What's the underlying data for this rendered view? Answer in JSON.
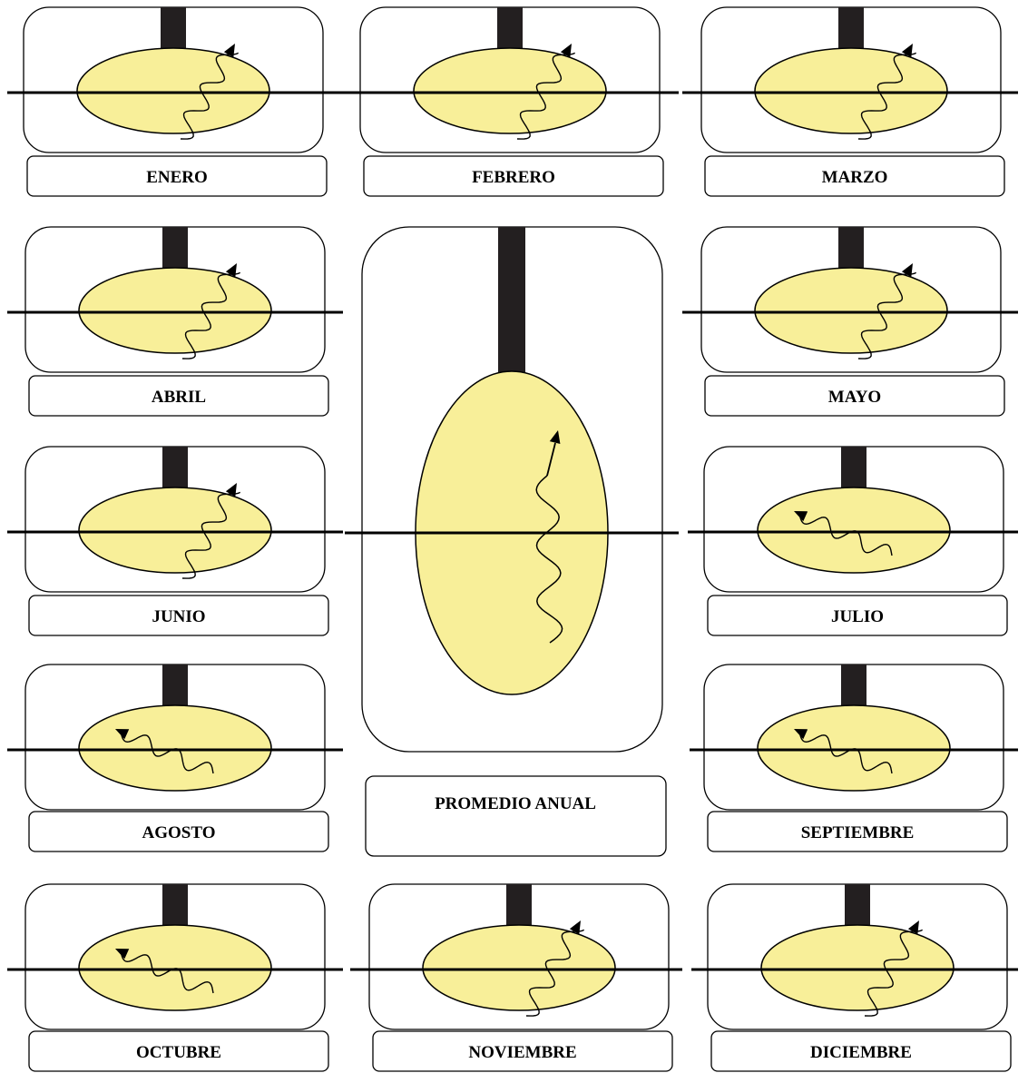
{
  "panels": [
    {
      "id": "enero",
      "label": "ENERO",
      "arrow": "ne"
    },
    {
      "id": "febrero",
      "label": "FEBRERO",
      "arrow": "ne"
    },
    {
      "id": "marzo",
      "label": "MARZO",
      "arrow": "ne"
    },
    {
      "id": "abril",
      "label": "ABRIL",
      "arrow": "ne"
    },
    {
      "id": "mayo",
      "label": "MAYO",
      "arrow": "ne"
    },
    {
      "id": "junio",
      "label": "JUNIO",
      "arrow": "ne"
    },
    {
      "id": "julio",
      "label": "JULIO",
      "arrow": "nw"
    },
    {
      "id": "agosto",
      "label": "AGOSTO",
      "arrow": "nw"
    },
    {
      "id": "septiembre",
      "label": "SEPTIEMBRE",
      "arrow": "nw"
    },
    {
      "id": "octubre",
      "label": "OCTUBRE",
      "arrow": "nw"
    },
    {
      "id": "noviembre",
      "label": "NOVIEMBRE",
      "arrow": "ne"
    },
    {
      "id": "diciembre",
      "label": "DICIEMBRE",
      "arrow": "ne"
    }
  ],
  "annual": {
    "label": "PROMEDIO ANUAL",
    "arrow": "n"
  },
  "colors": {
    "ellipse_fill": "#f8ef99",
    "stroke": "#000000",
    "stem": "#231f20",
    "background": "#ffffff"
  }
}
